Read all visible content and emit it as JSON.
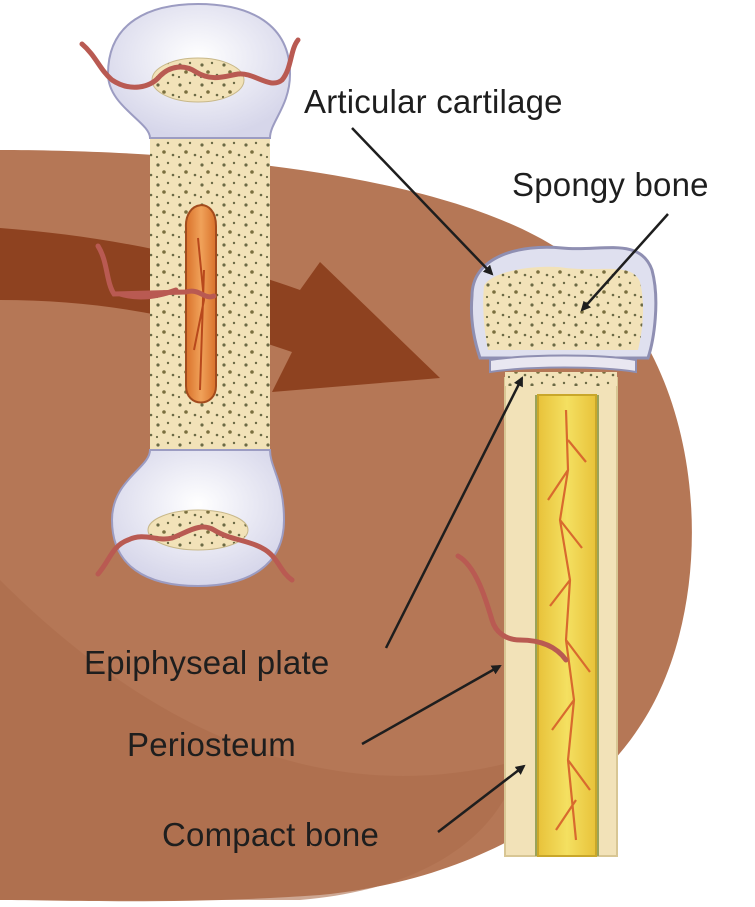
{
  "labels": {
    "articular_cartilage": "Articular cartilage",
    "spongy_bone": "Spongy bone",
    "epiphyseal_plate": "Epiphyseal plate",
    "periosteum": "Periosteum",
    "compact_bone": "Compact bone"
  },
  "colors": {
    "backdrop": "#b57756",
    "backdrop_shadow": "#a9694a",
    "growth_arrow": "#8e4220",
    "cartilage": "#dfe0ef",
    "cartilage_edge": "#8f8fb2",
    "bone": "#f2e2b8",
    "bone_dots": "#6b6a45",
    "marrow_red": "#e58c3d",
    "marrow_yellow": "#efd64a",
    "vessel": "#b95a52",
    "text": "#1e1e1e"
  }
}
